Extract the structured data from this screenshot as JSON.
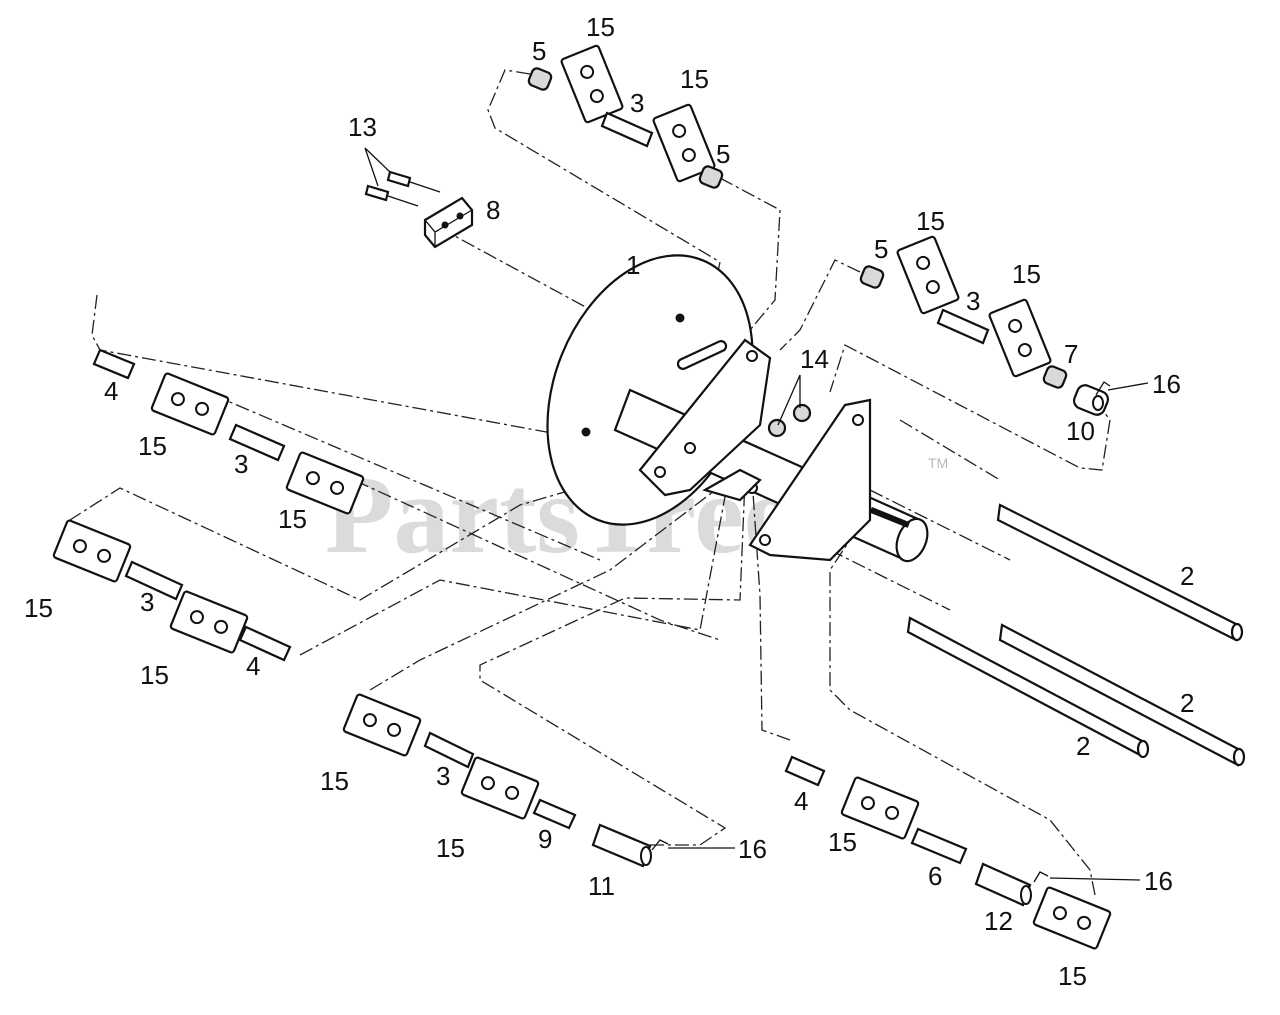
{
  "watermark": {
    "text": "PartsTree",
    "trademark": "TM"
  },
  "callouts": {
    "c1": "1",
    "c2a": "2",
    "c2b": "2",
    "c2c": "2",
    "c3a": "3",
    "c3b": "3",
    "c3c": "3",
    "c3d": "3",
    "c3e": "3",
    "c4a": "4",
    "c4b": "4",
    "c4c": "4",
    "c5a": "5",
    "c5b": "5",
    "c5c": "5",
    "c6": "6",
    "c7": "7",
    "c8": "8",
    "c9": "9",
    "c10": "10",
    "c11": "11",
    "c12": "12",
    "c13": "13",
    "c14": "14",
    "c15a": "15",
    "c15b": "15",
    "c15c": "15",
    "c15d": "15",
    "c15e": "15",
    "c15f": "15",
    "c15g": "15",
    "c15h": "15",
    "c15i": "15",
    "c15j": "15",
    "c15k": "15",
    "c15l": "15",
    "c16a": "16",
    "c16b": "16",
    "c16c": "16"
  }
}
